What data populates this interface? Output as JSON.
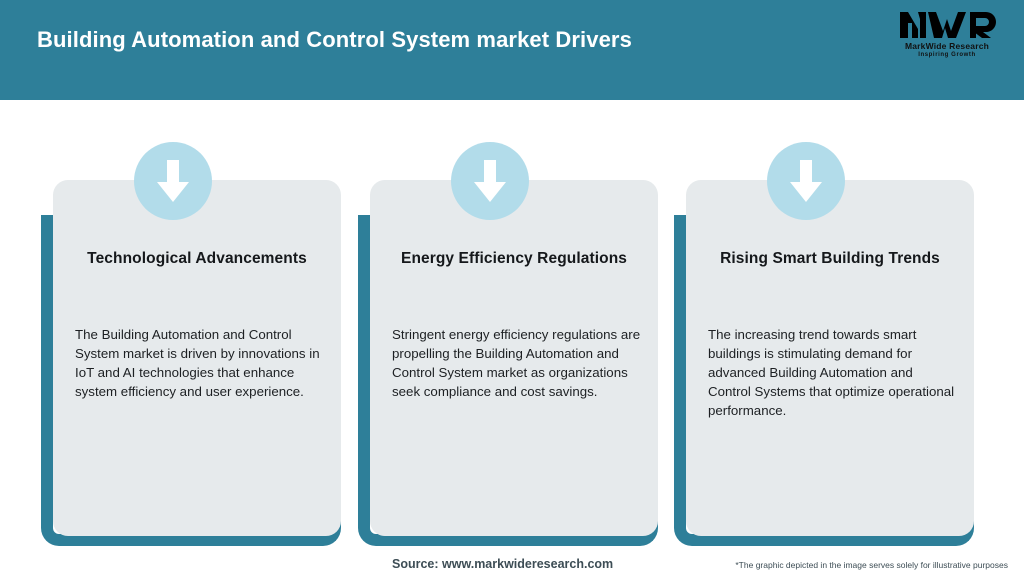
{
  "header": {
    "title": "Building Automation and Control System market Drivers",
    "background_color": "#2e7f99",
    "title_color": "#ffffff",
    "logo": {
      "monogram": "MWR",
      "name": "MarkWide Research",
      "tagline": "Inspiring Growth"
    }
  },
  "theme": {
    "teal": "#2e7f99",
    "light_blue": "#b2dcea",
    "card_background": "#e6eaec",
    "page_background": "#ffffff",
    "text_dark": "#1d2023"
  },
  "cards": [
    {
      "icon": "down-arrow-icon",
      "title": "Technological Advancements",
      "body": "The Building Automation and Control System market is driven by innovations in IoT and AI technologies that enhance system efficiency and user experience."
    },
    {
      "icon": "down-arrow-icon",
      "title": "Energy Efficiency Regulations",
      "body": "Stringent energy efficiency regulations are propelling the Building Automation and Control System market as organizations seek compliance and cost savings."
    },
    {
      "icon": "down-arrow-icon",
      "title": "Rising Smart Building Trends",
      "body": "The increasing trend towards smart buildings is stimulating demand for advanced Building Automation and Control Systems that optimize operational performance."
    }
  ],
  "footer": {
    "source": "Source: www.markwideresearch.com",
    "disclaimer": "*The graphic depicted in the image serves solely for illustrative purposes"
  }
}
